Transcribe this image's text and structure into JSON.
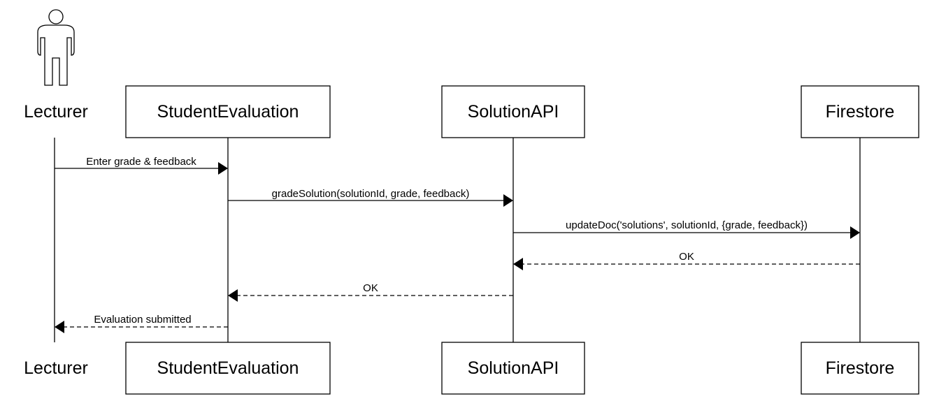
{
  "participants": [
    {
      "id": "lecturer",
      "name": "Lecturer",
      "kind": "actor"
    },
    {
      "id": "student_evaluation",
      "name": "StudentEvaluation",
      "kind": "box"
    },
    {
      "id": "solution_api",
      "name": "SolutionAPI",
      "kind": "box"
    },
    {
      "id": "firestore",
      "name": "Firestore",
      "kind": "box"
    }
  ],
  "messages": [
    {
      "from": "lecturer",
      "to": "student_evaluation",
      "label": "Enter grade & feedback",
      "style": "sync"
    },
    {
      "from": "student_evaluation",
      "to": "solution_api",
      "label": "gradeSolution(solutionId, grade, feedback)",
      "style": "sync"
    },
    {
      "from": "solution_api",
      "to": "firestore",
      "label": "updateDoc('solutions', solutionId, {grade, feedback})",
      "style": "sync"
    },
    {
      "from": "firestore",
      "to": "solution_api",
      "label": "OK",
      "style": "return"
    },
    {
      "from": "solution_api",
      "to": "student_evaluation",
      "label": "OK",
      "style": "return"
    },
    {
      "from": "student_evaluation",
      "to": "lecturer",
      "label": "Evaluation submitted",
      "style": "return"
    }
  ]
}
